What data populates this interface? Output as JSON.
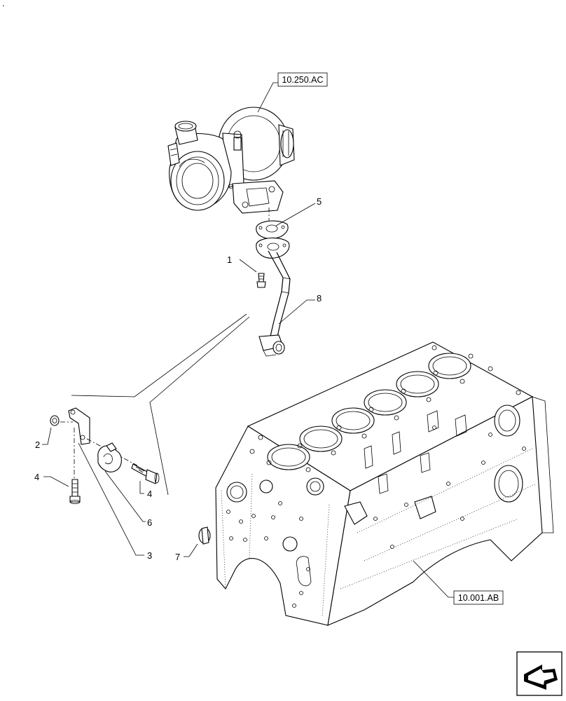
{
  "corner_mark": ".",
  "references": {
    "turbocharger": "10.250.AC",
    "engine_block": "10.001.AB"
  },
  "callouts": {
    "c1": "1",
    "c2": "2",
    "c3": "3",
    "c4a": "4",
    "c4b": "4",
    "c5": "5",
    "c6": "6",
    "c7": "7",
    "c8": "8"
  },
  "nav_icon": "next-page-arrow-icon"
}
